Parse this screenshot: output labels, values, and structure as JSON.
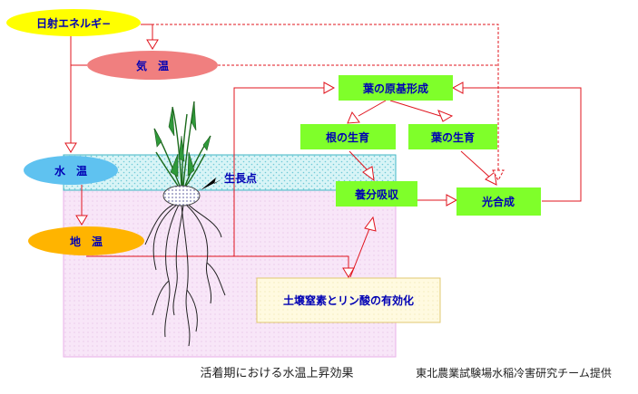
{
  "nodes": {
    "solar": "日射エネルギ−",
    "air_temp": "気　温",
    "water_temp": "水　温",
    "soil_temp": "地　温",
    "leaf_primordia": "葉の原基形成",
    "root_growth": "根の生育",
    "leaf_growth": "葉の生育",
    "nutrient_uptake": "養分吸収",
    "photosynthesis": "光合成",
    "soil_nutrients": "土壌窒素とリン酸の有効化",
    "growing_point": "生長点"
  },
  "caption": "活着期における水温上昇効果",
  "credit": "東北農業試験場水稲冷害研究チーム提供",
  "colors": {
    "arrow": "#e0141e",
    "solar_fill": "#ffff00",
    "air_fill": "#f07f7f",
    "water_fill": "#5fc2f0",
    "soil_fill": "#ffb400",
    "node_fill": "#7fff2a",
    "node_text": "#0000b4",
    "water_band": "#d8f4f6",
    "soil_zone": "#f6e2f6",
    "soil_box": "#fdf8d8"
  }
}
